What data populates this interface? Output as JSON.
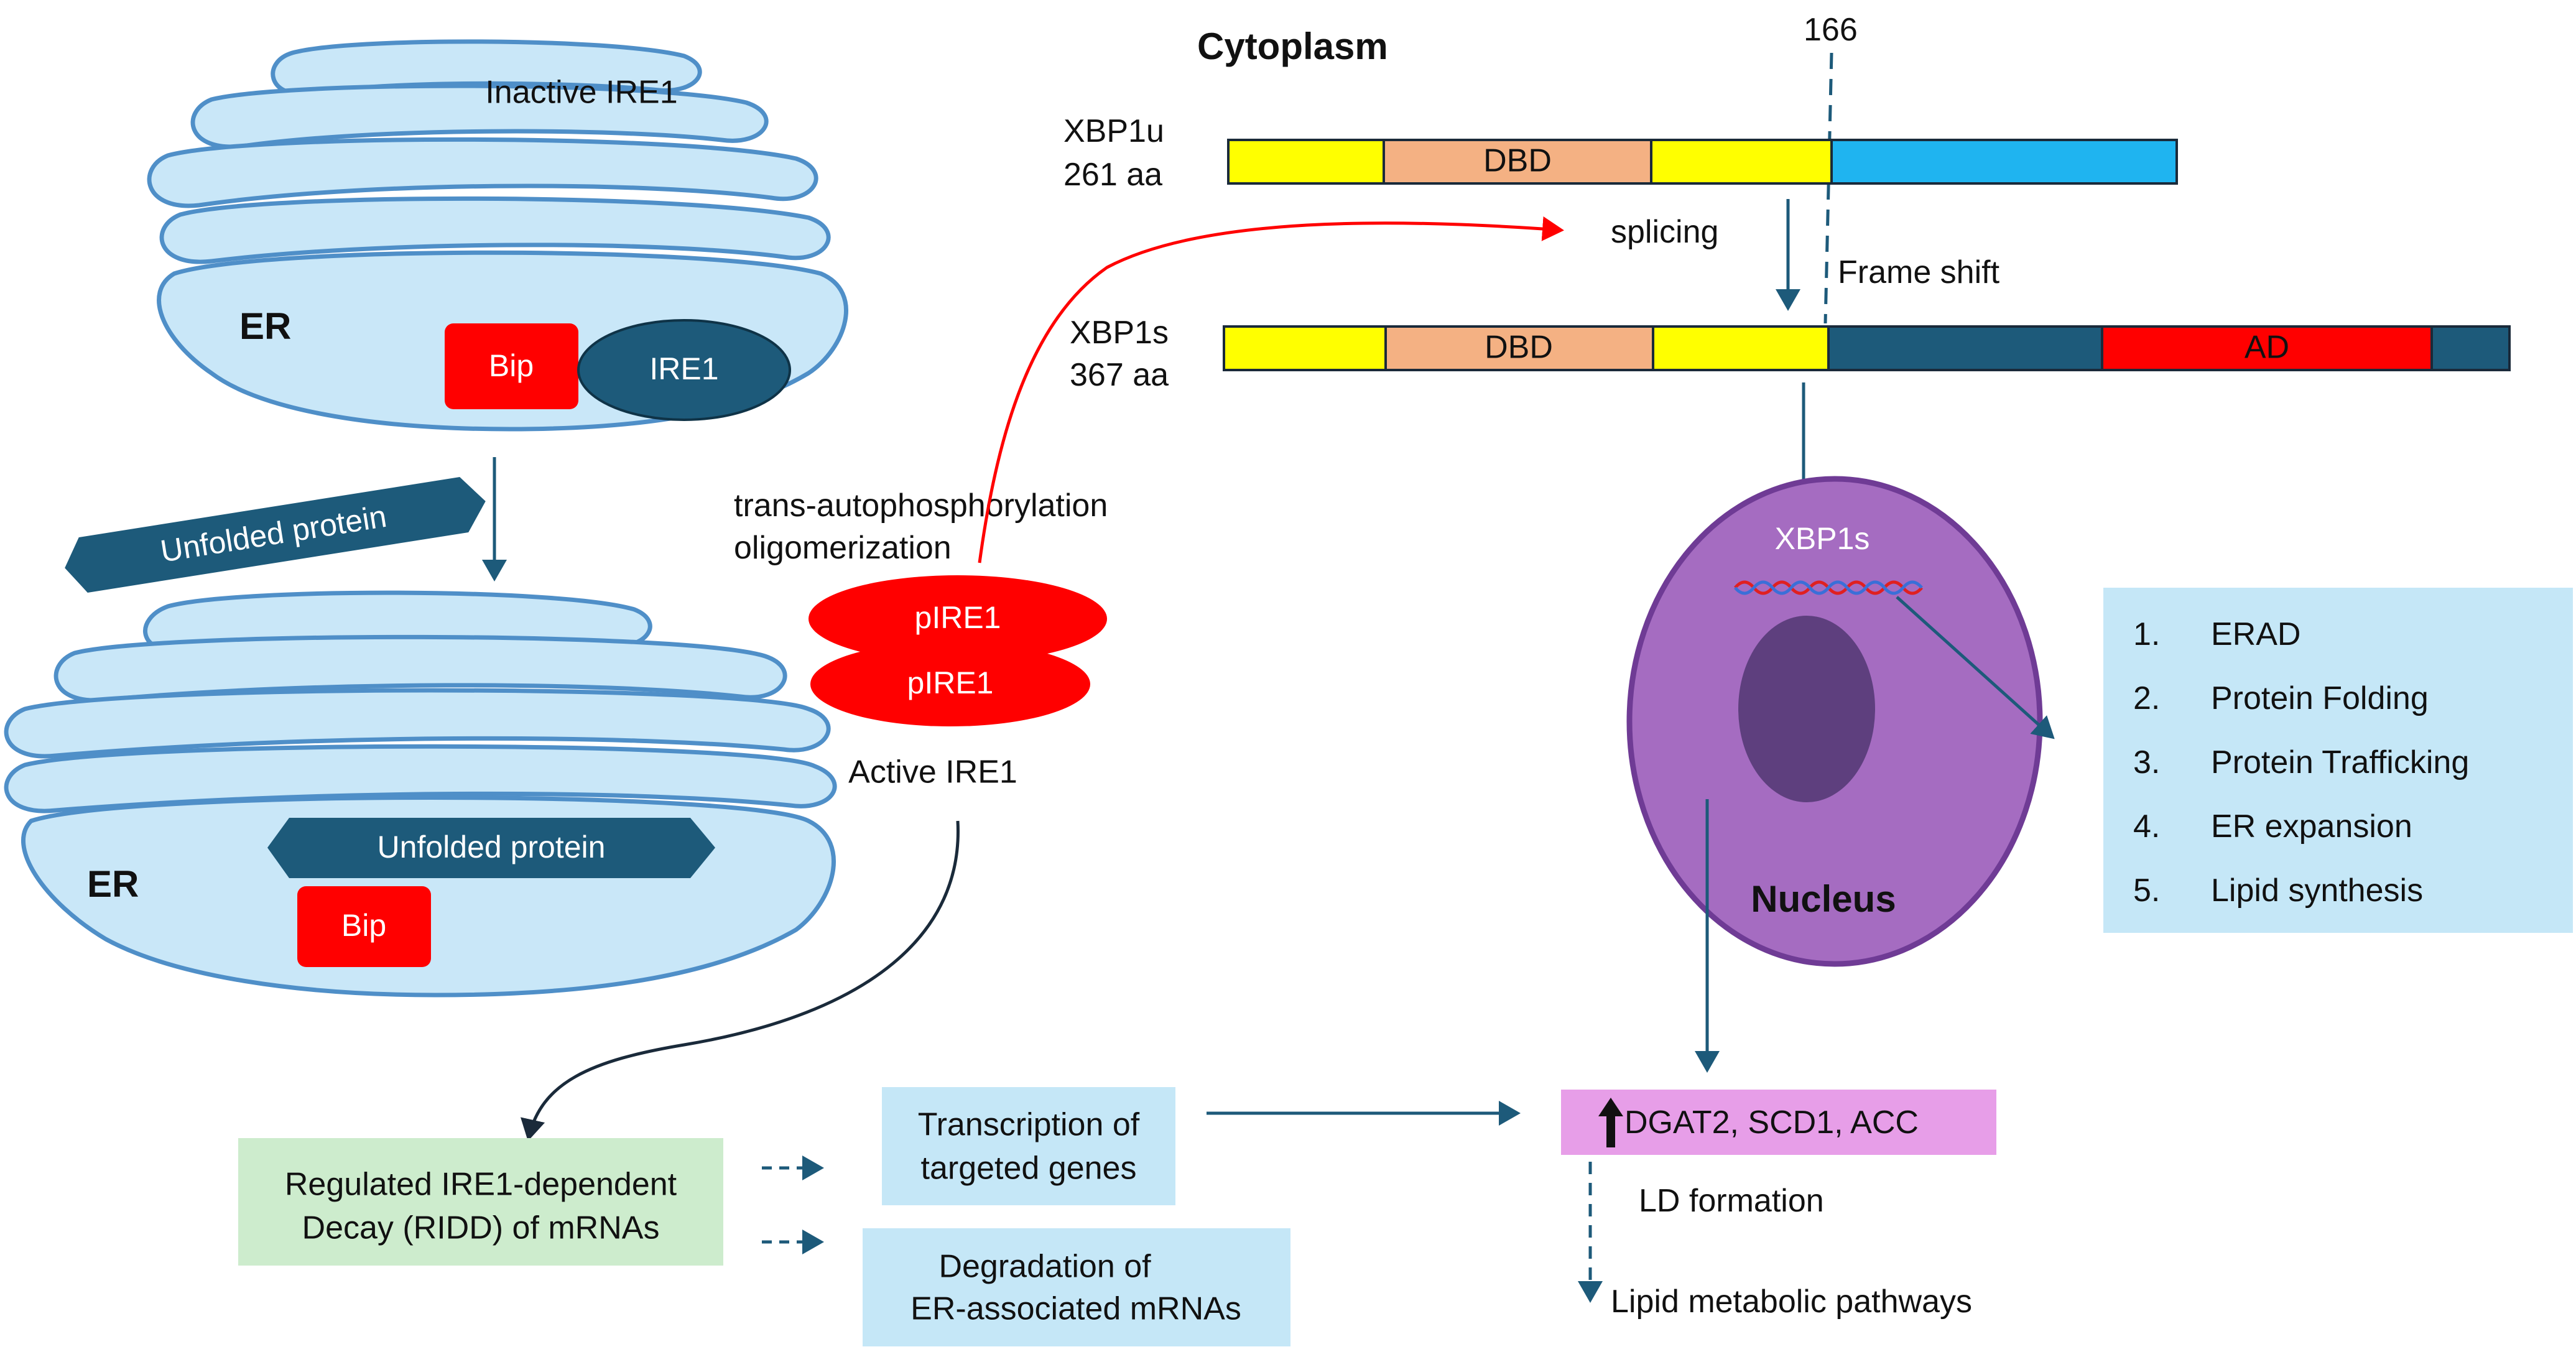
{
  "colors": {
    "er_fill": "#c9e7f8",
    "er_stroke": "#4f8fc8",
    "navy": "#1d5a7a",
    "red": "#ff0000",
    "yellow": "#ffff00",
    "salmon": "#f4b183",
    "light_blue": "#1fb4f0",
    "box_blue": "#c5e7f7",
    "box_green": "#cdeccd",
    "box_pink": "#e79ee8",
    "nucleus_fill": "#a56cc1",
    "nucleus_stroke": "#6f3b95",
    "nucleolus": "#5e3f7e"
  },
  "er_top": {
    "title": "Inactive IRE1",
    "er_label": "ER",
    "bip": "Bip",
    "ire1": "IRE1",
    "unfolded": "Unfolded protein"
  },
  "er_bottom": {
    "er_label": "ER",
    "unfolded": "Unfolded protein",
    "bip": "Bip"
  },
  "active": {
    "process_line1": "trans-autophosphorylation",
    "process_line2": "oligomerization",
    "pire1_a": "pIRE1",
    "pire1_b": "pIRE1",
    "label": "Active IRE1"
  },
  "cytoplasm": "Cytoplasm",
  "splice_position": "166",
  "xbp1u": {
    "name": "XBP1u",
    "length": "261 aa",
    "dbd": "DBD"
  },
  "splicing": "splicing",
  "frame_shift": "Frame shift",
  "xbp1s": {
    "name": "XBP1s",
    "length": "367 aa",
    "dbd": "DBD",
    "ad": "AD"
  },
  "nucleus": {
    "xbp1s_label": "XBP1s",
    "label": "Nucleus"
  },
  "targets": {
    "items": [
      {
        "num": "1.",
        "text": "ERAD"
      },
      {
        "num": "2.",
        "text": "Protein Folding"
      },
      {
        "num": "3.",
        "text": "Protein Trafficking"
      },
      {
        "num": "4.",
        "text": "ER expansion"
      },
      {
        "num": "5.",
        "text": "Lipid synthesis"
      }
    ]
  },
  "ridd": {
    "line1": "Regulated IRE1-dependent",
    "line2": "Decay (RIDD) of mRNAs"
  },
  "transcription": {
    "line1": "Transcription of",
    "line2": "targeted genes"
  },
  "degradation": {
    "line1": "Degradation of",
    "line2": "ER-associated mRNAs"
  },
  "genes": "DGAT2, SCD1, ACC",
  "ld_formation": "LD formation",
  "lipid_pathways": "Lipid metabolic pathways"
}
